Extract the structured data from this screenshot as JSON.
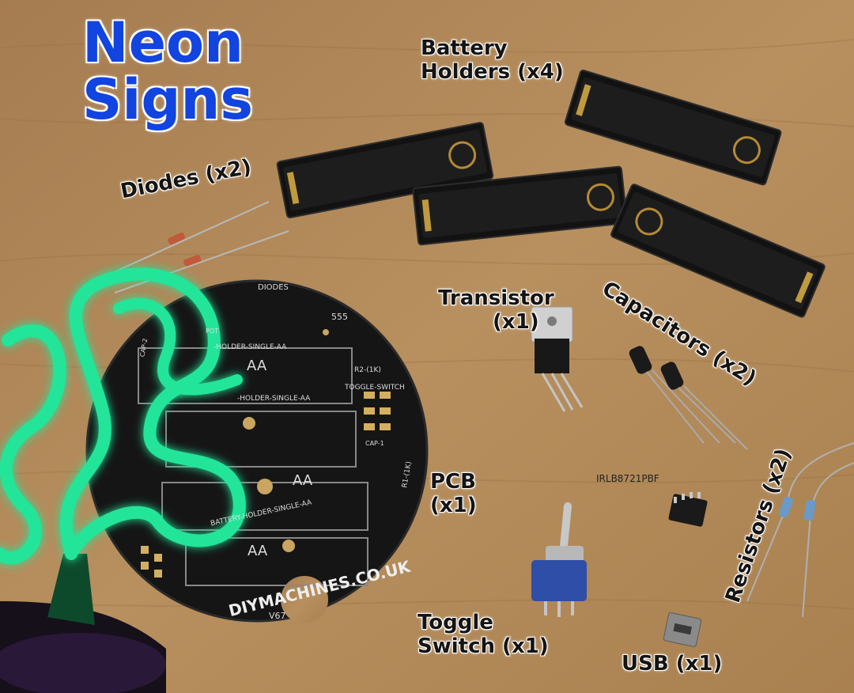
{
  "title": {
    "line1": "Neon",
    "line2": "Signs"
  },
  "labels": {
    "battery_holders": {
      "line1": "Battery",
      "line2": "Holders (x4)"
    },
    "diodes": "Diodes (x2)",
    "transistor": {
      "line1": "Transistor",
      "line2": "(x1)"
    },
    "capacitors": "Capacitors (x2)",
    "pcb": {
      "line1": "PCB",
      "line2": "(x1)"
    },
    "ic_part": "IRLB8721PBF",
    "resistors": "Resistors (x2)",
    "toggle_switch": {
      "line1": "Toggle",
      "line2": "Switch (x1)"
    },
    "usb": "USB (x1)"
  },
  "pcb_text": {
    "website": "DIYMACHINES.CO.UK",
    "version": "V67",
    "diodes": "DIODES",
    "ic": "555",
    "toggle": "TOGGLE-SWITCH",
    "holder1": "-HOLDER-SINGLE-AA",
    "holder2": "-HOLDER-SINGLE-AA",
    "holder3": "BATTERY-HOLDER-SINGLE-AA",
    "aa": "AA",
    "r2": "R2-(1K)",
    "r1": "R1-(1K)",
    "cap1": "CAP-1",
    "cap2": "CAP-2",
    "pot": "POT"
  },
  "colors": {
    "wood": "#b38a5c",
    "neon": "#22e59a",
    "title_blue": "#1244e0",
    "pcb": "#151515"
  }
}
